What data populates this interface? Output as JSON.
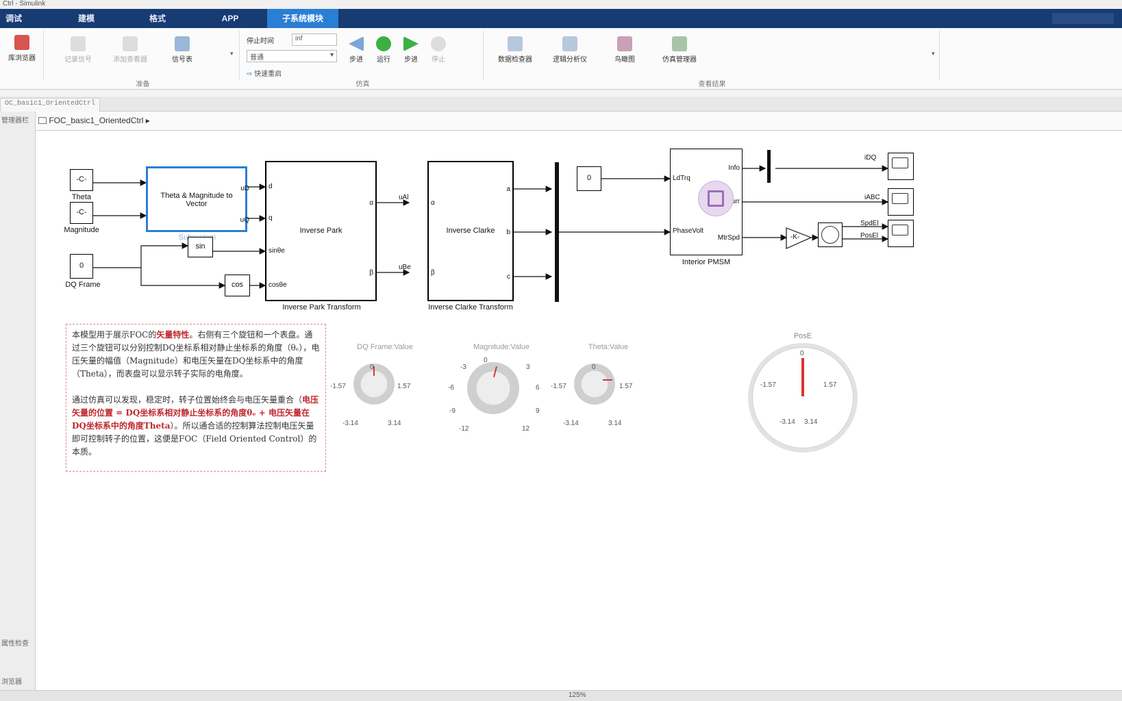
{
  "window": {
    "title": "Ctrl - Simulink"
  },
  "tabs": [
    {
      "label": "调试"
    },
    {
      "label": "建模"
    },
    {
      "label": "格式"
    },
    {
      "label": "APP"
    },
    {
      "label": "子系统模块"
    }
  ],
  "ribbon": {
    "library_browser": "库浏览器",
    "record_signal": "记录信号",
    "add_viewer": "添加查看器",
    "signal_table": "信号表",
    "prep_group": "准备",
    "stop_time_label": "停止时间",
    "stop_time_value": "inf",
    "mode_value": "普通",
    "fast_restart": "快速重启",
    "step_back": "步进",
    "run": "运行",
    "step_forward": "步进",
    "stop": "停止",
    "sim_group": "仿真",
    "data_inspector": "数据检查器",
    "logic_analyzer": "逻辑分析仪",
    "bird_eye": "鸟瞰图",
    "sim_manager": "仿真管理器",
    "review_group": "查看结果"
  },
  "doc_tab": "OC_basic1_OrientedCtrl",
  "breadcrumb": "FOC_basic1_OrientedCtrl",
  "left_panel": {
    "model_browser": "管理器栏",
    "property": "属性检查",
    "browse": "浏览器"
  },
  "status": {
    "zoom": "125%"
  },
  "diagram": {
    "const_c": "-C-",
    "theta_label": "Theta",
    "magnitude_label": "Magnitude",
    "zero": "0",
    "dqframe_label": "DQ Frame",
    "theta_mag_block": "Theta & Magnitude to Vector",
    "subsystem_name": "Subsystem",
    "sin": "sin",
    "cos": "cos",
    "port_uD": "uD",
    "port_uQ": "uQ",
    "port_d": "d",
    "port_q": "q",
    "port_sin": "sinθe",
    "port_cos": "cosθe",
    "port_alpha": "α",
    "port_beta": "β",
    "port_a": "a",
    "port_b": "b",
    "port_c": "c",
    "inv_park": "Inverse Park",
    "inv_park_caption": "Inverse Park Transform",
    "inv_clarke": "Inverse Clarke",
    "inv_clarke_caption": "Inverse Clarke Transform",
    "sig_ual": "uAl",
    "sig_ube": "uBe",
    "pmsm_ldtrq": "LdTrq",
    "pmsm_phasevolt": "PhaseVolt",
    "pmsm_info": "Info",
    "pmsm_phasecurr": "PhaseCurr",
    "pmsm_mtrspd": "MtrSpd",
    "pmsm_caption": "Interior PMSM",
    "gain": "-K-",
    "sig_idq": "iDQ",
    "sig_iabc": "iABC",
    "sig_spdel": "SpdEl",
    "sig_posel": "PosEl"
  },
  "annotation": {
    "p1a": "本模型用于展示FOC的",
    "p1b": "矢量特性",
    "p1c": "。右侧有三个旋钮和一个表盘。通过三个旋钮可以分别控制DQ坐标系相对静止坐标系的角度（θₑ），电压矢量的幅值（Magnitude）和电压矢量在DQ坐标系中的角度（Theta），而表盘可以显示转子实际的电角度。",
    "p2a": "通过仿真可以发现，稳定时，转子位置始终会与电压矢量重合（",
    "p2b": "电压矢量的位置 = DQ坐标系相对静止坐标系的角度θₑ + 电压矢量在DQ坐标系中的角度Theta",
    "p2c": "）。所以通合适的控制算法控制电压矢量即可控制转子的位置，这便是FOC（Field Oriented Control）的本质。"
  },
  "knobs": [
    {
      "title": "DQ Frame:Value",
      "ticks": [
        "0",
        "-1.57",
        "1.57",
        "-3.14",
        "3.14"
      ],
      "value": 0
    },
    {
      "title": "Magnitude:Value",
      "ticks": [
        "0",
        "-3",
        "3",
        "-6",
        "6",
        "-9",
        "9",
        "-12",
        "12"
      ],
      "value": 0.5
    },
    {
      "title": "Theta:Value",
      "ticks": [
        "0",
        "-1.57",
        "1.57",
        "-3.14",
        "3.14"
      ],
      "value": 1.57
    }
  ],
  "gauge": {
    "title": "PosE",
    "ticks": [
      "0",
      "-1.57",
      "1.57",
      "-3.14",
      "3.14"
    ],
    "value": 0
  },
  "colors": {
    "tab_bar": "#173b73",
    "active_tab": "#2a7fd4",
    "highlight_text": "#c0282d",
    "selected_block": "#2a7fd4"
  }
}
